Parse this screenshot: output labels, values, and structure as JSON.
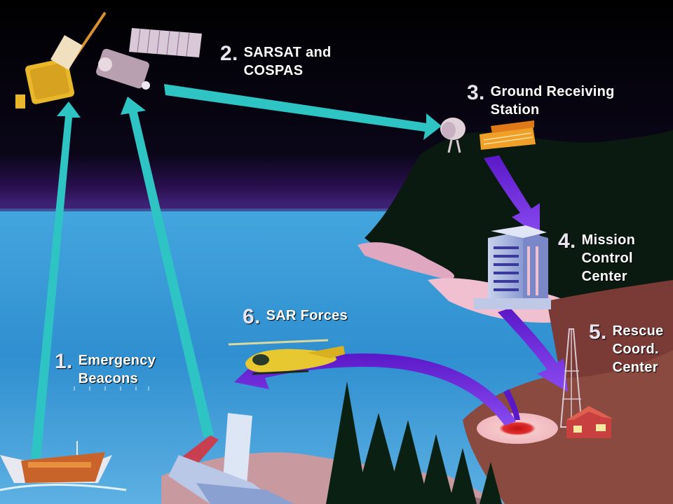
{
  "steps": [
    {
      "number": "1.",
      "lines": [
        "Emergency",
        "Beacons"
      ]
    },
    {
      "number": "2.",
      "lines": [
        "SARSAT and",
        "COSPAS"
      ]
    },
    {
      "number": "3.",
      "lines": [
        "Ground Receiving",
        "Station"
      ]
    },
    {
      "number": "4.",
      "lines": [
        "Mission",
        "Control",
        "Center"
      ]
    },
    {
      "number": "5.",
      "lines": [
        "Rescue",
        "Coord.",
        "Center"
      ]
    },
    {
      "number": "6.",
      "lines": [
        "SAR Forces"
      ]
    }
  ],
  "colors": {
    "sky": "#000000",
    "horizon": "#3a1a6e",
    "sea": "#3a9ad8",
    "signal_arrow": "#2ec4c4",
    "ground_arrow": "#6a2ad0",
    "land": "#0c1a10",
    "ground": "#a56060"
  },
  "icons": [
    "satellite-icon",
    "dish-icon",
    "building-icon",
    "ship-icon",
    "aircraft-icon",
    "helicopter-icon",
    "tower-icon",
    "house-icon"
  ]
}
